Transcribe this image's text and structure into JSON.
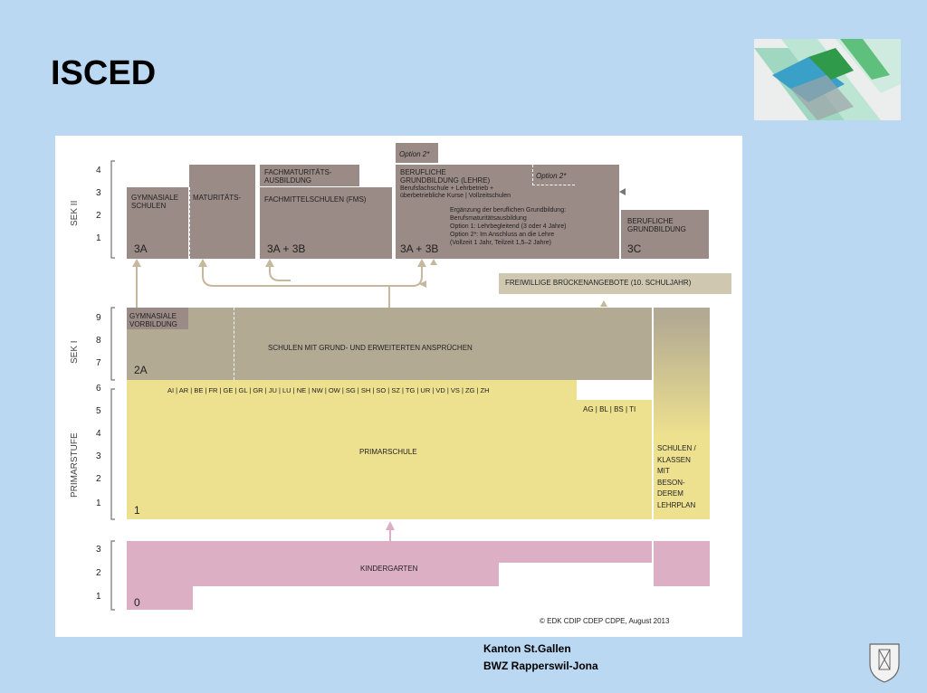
{
  "slide": {
    "title": "ISCED",
    "footer_line1": "Kanton St.Gallen",
    "footer_line2": "BWZ Rapperswil-Jona"
  },
  "diagram": {
    "levels": {
      "sek2": "SEK II",
      "sek1": "SEK I",
      "primar": "PRIMARSTUFE"
    },
    "axis_sek2": [
      "4",
      "3",
      "2",
      "1"
    ],
    "axis_sek1": [
      "9",
      "8",
      "7"
    ],
    "axis_primar": [
      "6",
      "5",
      "4",
      "3",
      "2",
      "1"
    ],
    "axis_kg": [
      "3",
      "2",
      "1"
    ],
    "boxes": {
      "gym_schulen": "GYMNASIALE\nSCHULEN",
      "maturitaets": "MATURITÄTS-",
      "fachmat": "FACHMATURITÄTS-\nAUSBILDUNG",
      "fms": "FACHMITTELSCHULEN (FMS)",
      "option_top": "Option 2*",
      "option_right": "Option 2*",
      "berufliche": "BERUFLICHE\nGRUNDBILDUNG (LEHRE)",
      "berufliche_sub": "Berufsfachschule + Lehrbetrieb +\nüberbetriebliche Kurse | Vollzeitschulen",
      "ergaenzung": "Ergänzung der beruflichen Grundbildung:\nBerufsmaturitätsausbildung\nOption 1: Lehrbegleitend (3 oder 4 Jahre)\nOption 2*: Im Anschluss an die Lehre\n(Vollzeit 1 Jahr, Teilzeit 1,5–2 Jahre)",
      "berufliche_gb": "BERUFLICHE\nGRUNDBILDUNG",
      "code_3a": "3A",
      "code_3a3b_1": "3A + 3B",
      "code_3a3b_2": "3A + 3B",
      "code_3c": "3C",
      "brueckenangebote": "FREIWILLIGE BRÜCKENANGEBOTE (10. SCHULJAHR)",
      "gym_vorbildung": "GYMNASIALE\nVORBILDUNG",
      "sek1_schulen": "SCHULEN MIT GRUND- UND ERWEITERTEN ANSPRÜCHEN",
      "code_2a": "2A",
      "cantons_left": "AI | AR | BE | FR | GE | GL | GR | JU | LU | NE | NW | OW | SG | SH | SO | SZ | TG | UR | VD | VS | ZG | ZH",
      "cantons_right": "AG | BL | BS | TI",
      "primarschule": "PRIMARSCHULE",
      "code_1": "1",
      "sonderschulen": "SCHULEN /\nKLASSEN\nMIT\nBESON-\nDEREM\nLEHRPLAN",
      "kindergarten": "KINDERGARTEN",
      "code_0": "0",
      "copyright": "© EDK CDIP CDEP CDPE, August 2013"
    },
    "colors": {
      "sek2": "#9b8b86",
      "sek1": "#b3aa93",
      "primar": "#ede08f",
      "kindergarten": "#dcafc5",
      "bridge": "#cfc7b0",
      "arrow": "#c5b89c"
    }
  }
}
